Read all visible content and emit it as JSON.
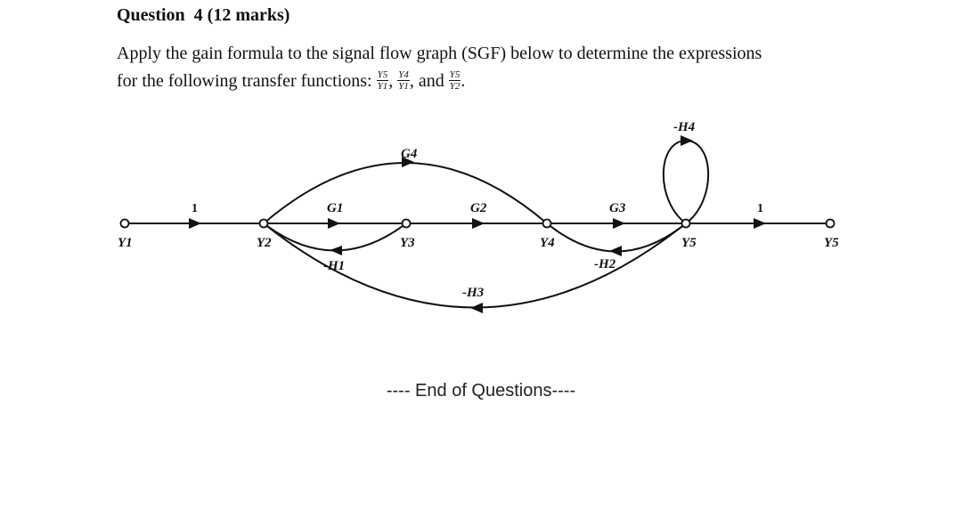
{
  "question": {
    "title": "Question  4 (12 marks)",
    "line1": "Apply the gain formula to the signal flow graph (SGF) below to determine the expressions",
    "line2_prefix": "for the following transfer functions: ",
    "tf1": {
      "num": "Y5",
      "den": "Y1"
    },
    "tf2": {
      "num": "Y4",
      "den": "Y1"
    },
    "and_text": "and",
    "tf3": {
      "num": "Y5",
      "den": "Y2"
    }
  },
  "graph": {
    "nodes": {
      "y1": "Y1",
      "y2": "Y2",
      "y3": "Y3",
      "y4": "Y4",
      "y5": "Y5",
      "y5_out": "Y5"
    },
    "branches": {
      "input_gain": "1",
      "g1": "G1",
      "g2": "G2",
      "g3": "G3",
      "g4": "G4",
      "minus_h1": "-H1",
      "minus_h2": "-H2",
      "minus_h3": "-H3",
      "minus_h4": "-H4",
      "output_gain": "1"
    }
  },
  "footer": {
    "end_text": "---- End of Questions----"
  }
}
